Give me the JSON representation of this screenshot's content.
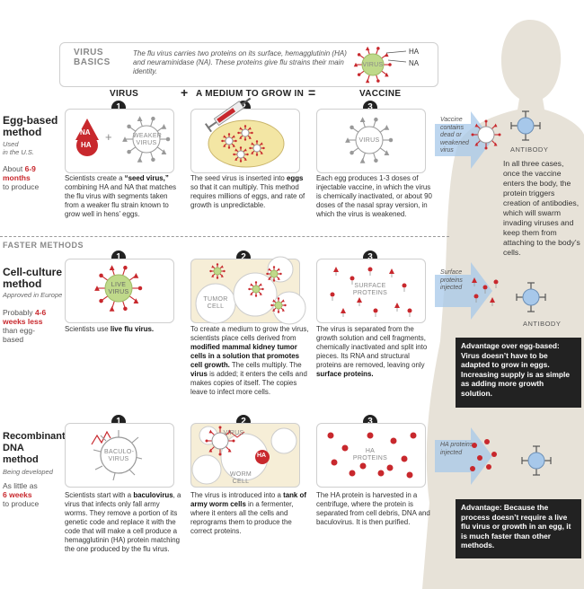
{
  "colors": {
    "red": "#c8282d",
    "green": "#bfd98a",
    "blue": "#a7c8ea",
    "tan": "#f6eed7",
    "silhouette": "#e7e2d8"
  },
  "basics": {
    "title_line1": "VIRUS",
    "title_line2": "BASICS",
    "text": "The flu virus carries two proteins on its surface, hemagglutinin (HA) and neuraminidase (NA). These proteins give flu strains their main identity.",
    "virus_label": "VIRUS",
    "ha": "HA",
    "na": "NA"
  },
  "headers": {
    "virus": "VIRUS",
    "plus": "+",
    "medium": "A MEDIUM TO GROW IN",
    "equals": "=",
    "vaccine": "VACCINE"
  },
  "steps": [
    "1",
    "2",
    "3"
  ],
  "egg": {
    "title_line1": "Egg-based",
    "title_line2": "method",
    "sub_line1": "Used",
    "sub_line2": "in the U.S.",
    "time_prefix": "About",
    "time_value": "6-9",
    "time_value2": "months",
    "time_suffix": "to produce",
    "na_badge": "NA",
    "ha_badge": "HA",
    "weaker_label_line1": "WEAKER",
    "weaker_label_line2": "VIRUS",
    "vaccine_virus_label": "VIRUS",
    "desc1_a": "Scientists create a ",
    "desc1_b": "“seed virus,”",
    "desc1_c": " combining HA and NA that matches the flu virus with segments taken from a weaker flu strain known to grow well in hens’ eggs.",
    "desc2_a": "The seed virus is inserted into ",
    "desc2_b": "eggs",
    "desc2_c": " so that it can multiply. This method requires millions of eggs, and rate of growth is unpredictable.",
    "desc3": "Each egg produces 1-3 doses of injectable vaccine, in which the virus is chemically inactivated, or about 90 doses of the nasal spray version, in which the virus is weakened.",
    "inject_text": "Vaccine contains dead or weakened virus",
    "antibody": "ANTIBODY"
  },
  "faster_methods": "FASTER METHODS",
  "cell": {
    "title_line1": "Cell-culture",
    "title_line2": "method",
    "sub": "Approved in Europe",
    "time_prefix": "Probably",
    "time_value": "4-6",
    "time_value2": "weeks less",
    "time_suffix1": "than egg-",
    "time_suffix2": "based",
    "live_label_line1": "LIVE",
    "live_label_line2": "VIRUS",
    "tumor_label_line1": "TUMOR",
    "tumor_label_line2": "CELL",
    "surface_label_line1": "SURFACE",
    "surface_label_line2": "PROTEINS",
    "desc1_a": "Scientists use ",
    "desc1_b": "live flu virus.",
    "desc2_a": "To create a medium to grow the virus, scientists place cells derived from ",
    "desc2_b": "modified mammal kidney tumor cells in a solution that promotes cell growth.",
    "desc2_c": " The cells multiply. The ",
    "desc2_d": "virus",
    "desc2_e": " is added; it enters the cells and makes copies of itself. The copies leave to infect more cells.",
    "desc3_a": "The virus is separated from the growth solution and cell fragments, chemically inactivated and split into pieces. Its RNA and structural proteins are removed, leaving only ",
    "desc3_b": "surface proteins.",
    "inject_text": "Surface proteins injected",
    "antibody": "ANTIBODY",
    "advantage": "Advantage over egg-based: Virus doesn’t have to be adapted to grow in eggs. Increasing supply is as simple as adding more growth solution."
  },
  "dna": {
    "title_line1": "Recombinant",
    "title_line2": "DNA",
    "title_line3": "method",
    "sub": "Being developed",
    "time_prefix": "As little as",
    "time_value": "6 weeks",
    "time_suffix": "to produce",
    "baculo_label_line1": "BACULO-",
    "baculo_label_line2": "VIRUS",
    "virus_label": "VIRUS",
    "worm_label": "WORM CELL",
    "ha_label_line1": "HA",
    "ha_label_line2": "PROTEINS",
    "desc1_a": "Scientists start with a ",
    "desc1_b": "baculovirus",
    "desc1_c": ", a virus that infects only fall army worms. They remove a portion of its genetic code and replace it with the code that will make a cell produce a hemagglutinin (HA) protein matching the one produced by the flu virus.",
    "desc2_a": "The virus is introduced into a ",
    "desc2_b": "tank of army worm cells",
    "desc2_c": " in a fermenter, where it enters all the cells and reprograms them to produce the correct proteins.",
    "desc3": "The HA protein is harvested in a centrifuge, where the protein is separated from cell debris, DNA and baculovirus. It is then purified.",
    "inject_text": "HA proteins injected",
    "advantage": "Advantage: Because the process doesn’t require a live flu virus or growth in an egg, it is much faster than other methods."
  },
  "side_text": "In all three cases, once the vaccine enters the body, the protein triggers creation of antibodies, which will swarm invading viruses and keep them from attaching to the body’s cells."
}
